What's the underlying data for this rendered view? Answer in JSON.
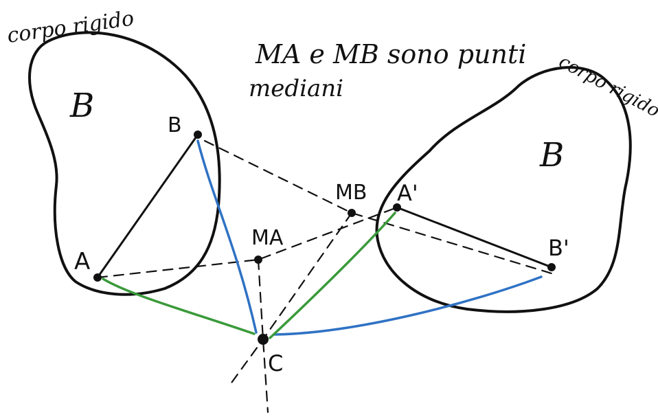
{
  "labels": {
    "body_left_caption": "corpo rigido",
    "body_right_caption": "corpo rigido",
    "body_left_symbol": "B",
    "body_right_symbol": "B",
    "note_line1": "MA e MB sono punti",
    "note_line2": "mediani",
    "point_A": "A",
    "point_B": "B",
    "point_A_prime": "A'",
    "point_B_prime": "B'",
    "point_MA": "MA",
    "point_MB": "MB",
    "point_C": "C"
  },
  "colors": {
    "ink": "#111111",
    "blue": "#2f72c4",
    "green": "#3a9a3a"
  }
}
